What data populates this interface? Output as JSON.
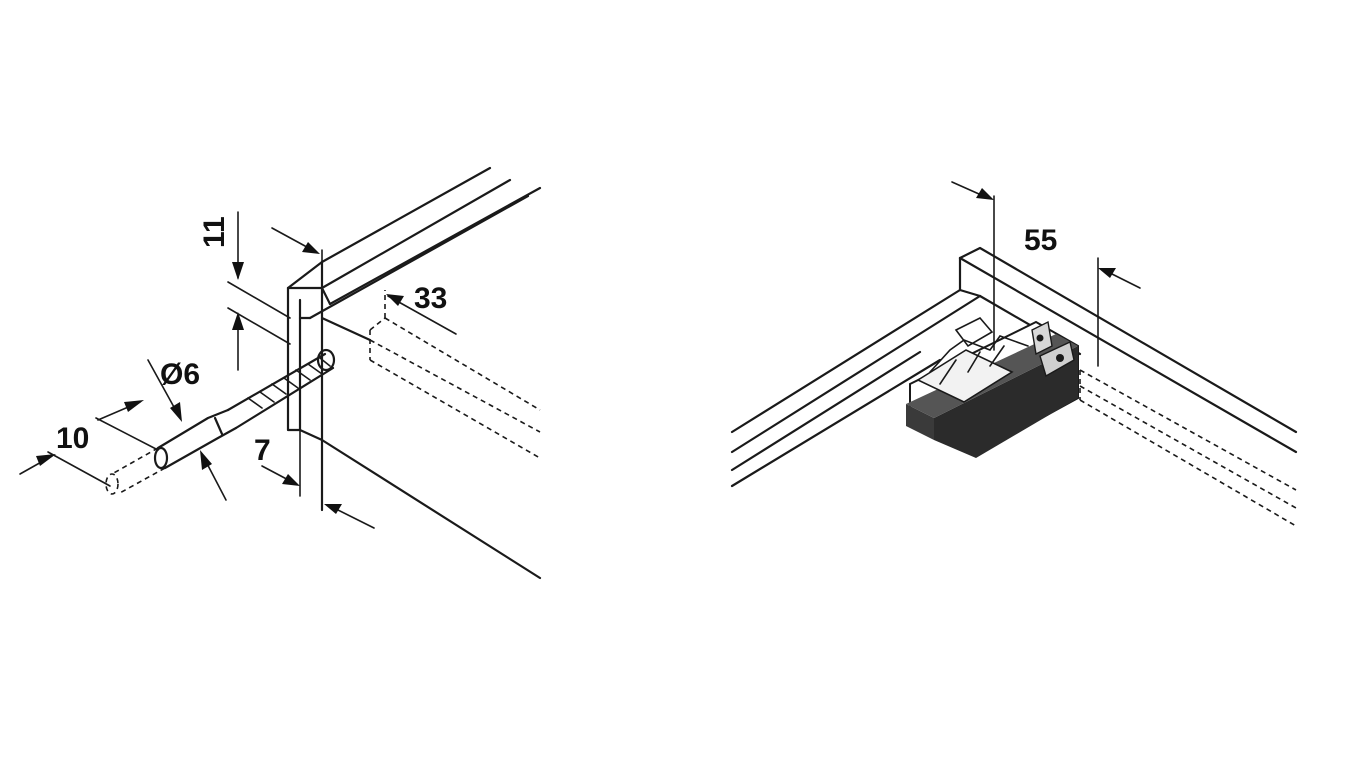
{
  "dimensions": {
    "height_11": "11",
    "depth_33": "33",
    "diameter_6": "Ø6",
    "length_10": "10",
    "offset_7": "7",
    "distance_55": "55"
  }
}
